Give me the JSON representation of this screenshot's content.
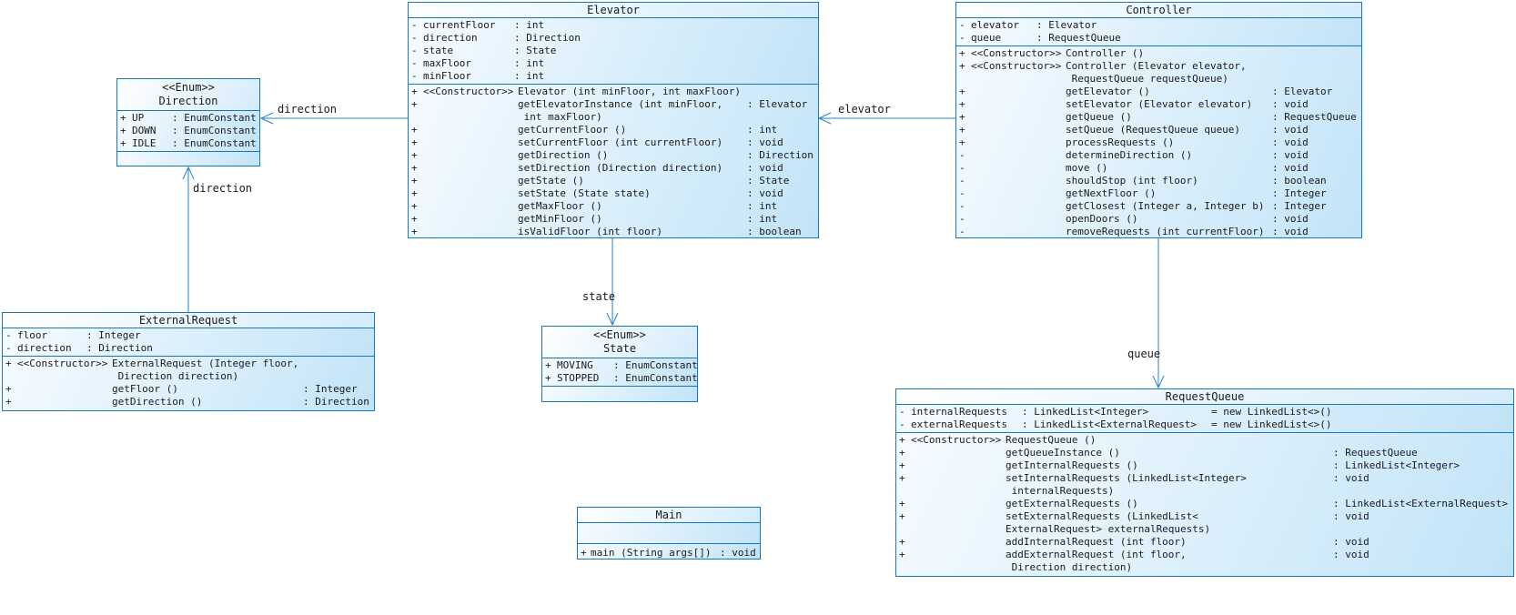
{
  "diagram": {
    "classes": {
      "direction": {
        "stereotype": "<<Enum>>",
        "name": "Direction",
        "attributes": [
          {
            "vis": "+",
            "name": "UP",
            "type": ": EnumConstant"
          },
          {
            "vis": "+",
            "name": "DOWN",
            "type": ": EnumConstant"
          },
          {
            "vis": "+",
            "name": "IDLE",
            "type": ": EnumConstant"
          }
        ],
        "methods": []
      },
      "elevator": {
        "name": "Elevator",
        "attributes": [
          {
            "vis": "-",
            "name": "currentFloor",
            "type": ": int"
          },
          {
            "vis": "-",
            "name": "direction",
            "type": ": Direction"
          },
          {
            "vis": "-",
            "name": "state",
            "type": ": State"
          },
          {
            "vis": "-",
            "name": "maxFloor",
            "type": ": int"
          },
          {
            "vis": "-",
            "name": "minFloor",
            "type": ": int"
          }
        ],
        "methods": [
          {
            "vis": "+",
            "ctor": "<<Constructor>>",
            "sig": "Elevator (int minFloor, int maxFloor)",
            "ret": ""
          },
          {
            "vis": "+",
            "ctor": "",
            "sig": "getElevatorInstance (int minFloor,\n int maxFloor)",
            "ret": ": Elevator"
          },
          {
            "vis": "+",
            "ctor": "",
            "sig": "getCurrentFloor ()",
            "ret": ": int"
          },
          {
            "vis": "+",
            "ctor": "",
            "sig": "setCurrentFloor (int currentFloor)",
            "ret": ": void"
          },
          {
            "vis": "+",
            "ctor": "",
            "sig": "getDirection ()",
            "ret": ": Direction"
          },
          {
            "vis": "+",
            "ctor": "",
            "sig": "setDirection (Direction direction)",
            "ret": ": void"
          },
          {
            "vis": "+",
            "ctor": "",
            "sig": "getState ()",
            "ret": ": State"
          },
          {
            "vis": "+",
            "ctor": "",
            "sig": "setState (State state)",
            "ret": ": void"
          },
          {
            "vis": "+",
            "ctor": "",
            "sig": "getMaxFloor ()",
            "ret": ": int"
          },
          {
            "vis": "+",
            "ctor": "",
            "sig": "getMinFloor ()",
            "ret": ": int"
          },
          {
            "vis": "+",
            "ctor": "",
            "sig": "isValidFloor (int floor)",
            "ret": ": boolean"
          }
        ]
      },
      "controller": {
        "name": "Controller",
        "attributes": [
          {
            "vis": "-",
            "name": "elevator",
            "type": ": Elevator"
          },
          {
            "vis": "-",
            "name": "queue",
            "type": ": RequestQueue"
          }
        ],
        "methods": [
          {
            "vis": "+",
            "ctor": "<<Constructor>>",
            "sig": "Controller ()",
            "ret": ""
          },
          {
            "vis": "+",
            "ctor": "<<Constructor>>",
            "sig": "Controller (Elevator elevator,\n RequestQueue requestQueue)",
            "ret": ""
          },
          {
            "vis": "+",
            "ctor": "",
            "sig": "getElevator ()",
            "ret": ": Elevator"
          },
          {
            "vis": "+",
            "ctor": "",
            "sig": "setElevator (Elevator elevator)",
            "ret": ": void"
          },
          {
            "vis": "+",
            "ctor": "",
            "sig": "getQueue ()",
            "ret": ": RequestQueue"
          },
          {
            "vis": "+",
            "ctor": "",
            "sig": "setQueue (RequestQueue queue)",
            "ret": ": void"
          },
          {
            "vis": "+",
            "ctor": "",
            "sig": "processRequests ()",
            "ret": ": void"
          },
          {
            "vis": "-",
            "ctor": "",
            "sig": "determineDirection ()",
            "ret": ": void"
          },
          {
            "vis": "-",
            "ctor": "",
            "sig": "move ()",
            "ret": ": void"
          },
          {
            "vis": "-",
            "ctor": "",
            "sig": "shouldStop (int floor)",
            "ret": ": boolean"
          },
          {
            "vis": "-",
            "ctor": "",
            "sig": "getNextFloor ()",
            "ret": ": Integer"
          },
          {
            "vis": "-",
            "ctor": "",
            "sig": "getClosest (Integer a, Integer b)",
            "ret": ": Integer"
          },
          {
            "vis": "-",
            "ctor": "",
            "sig": "openDoors ()",
            "ret": ": void"
          },
          {
            "vis": "-",
            "ctor": "",
            "sig": "removeRequests (int currentFloor)",
            "ret": ": void"
          }
        ]
      },
      "externalRequest": {
        "name": "ExternalRequest",
        "attributes": [
          {
            "vis": "-",
            "name": "floor",
            "type": ": Integer"
          },
          {
            "vis": "-",
            "name": "direction",
            "type": ": Direction"
          }
        ],
        "methods": [
          {
            "vis": "+",
            "ctor": "<<Constructor>>",
            "sig": "ExternalRequest (Integer floor,\n Direction direction)",
            "ret": ""
          },
          {
            "vis": "+",
            "ctor": "",
            "sig": "getFloor ()",
            "ret": ": Integer"
          },
          {
            "vis": "+",
            "ctor": "",
            "sig": "getDirection ()",
            "ret": ": Direction"
          }
        ]
      },
      "state": {
        "stereotype": "<<Enum>>",
        "name": "State",
        "attributes": [
          {
            "vis": "+",
            "name": "MOVING",
            "type": ": EnumConstant"
          },
          {
            "vis": "+",
            "name": "STOPPED",
            "type": ": EnumConstant"
          }
        ],
        "methods": []
      },
      "main": {
        "name": "Main",
        "attributes": [],
        "methods": [
          {
            "vis": "+",
            "sig": "main (String args[])",
            "ret": ": void"
          }
        ]
      },
      "requestQueue": {
        "name": "RequestQueue",
        "attributes": [
          {
            "vis": "-",
            "name": "internalRequests",
            "type": ": LinkedList<Integer>",
            "default": "= new LinkedList<>()"
          },
          {
            "vis": "-",
            "name": "externalRequests",
            "type": ": LinkedList<ExternalRequest>",
            "default": "= new LinkedList<>()"
          }
        ],
        "methods": [
          {
            "vis": "+",
            "ctor": "<<Constructor>>",
            "sig": "RequestQueue ()",
            "ret": ""
          },
          {
            "vis": "+",
            "ctor": "",
            "sig": "getQueueInstance ()",
            "ret": ": RequestQueue"
          },
          {
            "vis": "+",
            "ctor": "",
            "sig": "getInternalRequests ()",
            "ret": ": LinkedList<Integer>"
          },
          {
            "vis": "+",
            "ctor": "",
            "sig": "setInternalRequests (LinkedList<Integer>\n internalRequests)",
            "ret": ": void"
          },
          {
            "vis": "+",
            "ctor": "",
            "sig": "getExternalRequests ()",
            "ret": ": LinkedList<ExternalRequest>"
          },
          {
            "vis": "+",
            "ctor": "",
            "sig": "setExternalRequests (LinkedList<\nExternalRequest> externalRequests)",
            "ret": ": void"
          },
          {
            "vis": "+",
            "ctor": "",
            "sig": "addInternalRequest (int floor)",
            "ret": ": void"
          },
          {
            "vis": "+",
            "ctor": "",
            "sig": "addExternalRequest (int floor,\n Direction direction)",
            "ret": ": void"
          }
        ]
      }
    },
    "connectors": {
      "elevatorDirection": {
        "label": "direction"
      },
      "externalRequestDirection": {
        "label": "direction"
      },
      "controllerElevator": {
        "label": "elevator"
      },
      "elevatorState": {
        "label": "state"
      },
      "controllerQueue": {
        "label": "queue"
      }
    }
  }
}
